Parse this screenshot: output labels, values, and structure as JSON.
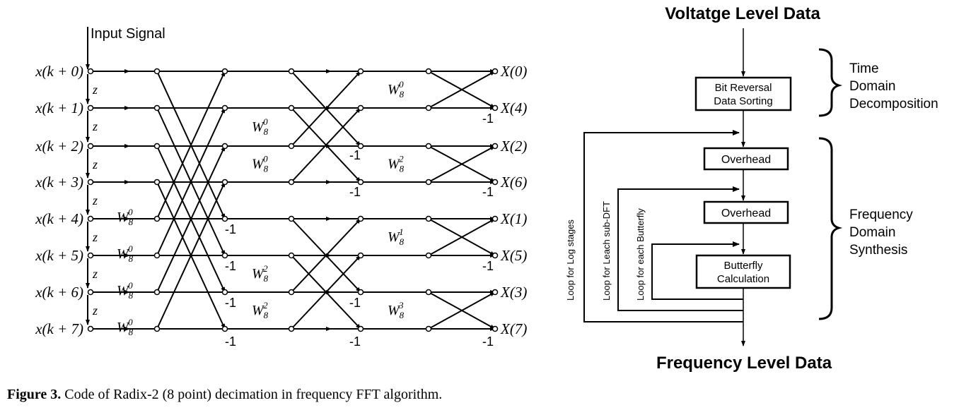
{
  "fft": {
    "input_signal": "Input Signal",
    "inputs": [
      "x(k + 0)",
      "x(k + 1)",
      "x(k + 2)",
      "x(k + 3)",
      "x(k + 4)",
      "x(k + 5)",
      "x(k + 6)",
      "x(k + 7)"
    ],
    "outputs": [
      "X(0)",
      "X(4)",
      "X(2)",
      "X(6)",
      "X(1)",
      "X(5)",
      "X(3)",
      "X(7)"
    ],
    "delay": "z",
    "minus_one": "-1",
    "twiddle_base": "W",
    "twiddle_sub": "8",
    "stage0_exps": [
      "0",
      "0",
      "0",
      "0"
    ],
    "stage2_exps": [
      "0",
      "0",
      "2",
      "2"
    ],
    "stage3_exps": [
      "0",
      "2",
      "1",
      "3"
    ]
  },
  "flow": {
    "top_title": "Voltatge Level Data",
    "bit_reversal": [
      "Bit Reversal",
      "Data Sorting"
    ],
    "overhead1": "Overhead",
    "overhead2": "Overhead",
    "butterfly": [
      "Butterfly",
      "Calculation"
    ],
    "bottom_title": "Frequency Level Data",
    "time_domain": [
      "Time",
      "Domain",
      "Decomposition"
    ],
    "freq_domain": [
      "Frequency",
      "Domain",
      "Synthesis"
    ],
    "loop_log": "Loop for Log stages",
    "loop_sub": "Loop for Leach sub-DFT",
    "loop_bfly": "Loop for each Butterfly"
  },
  "caption": {
    "label": "Figure 3.",
    "text": "Code of Radix-2 (8 point) decimation in frequency FFT algorithm."
  }
}
